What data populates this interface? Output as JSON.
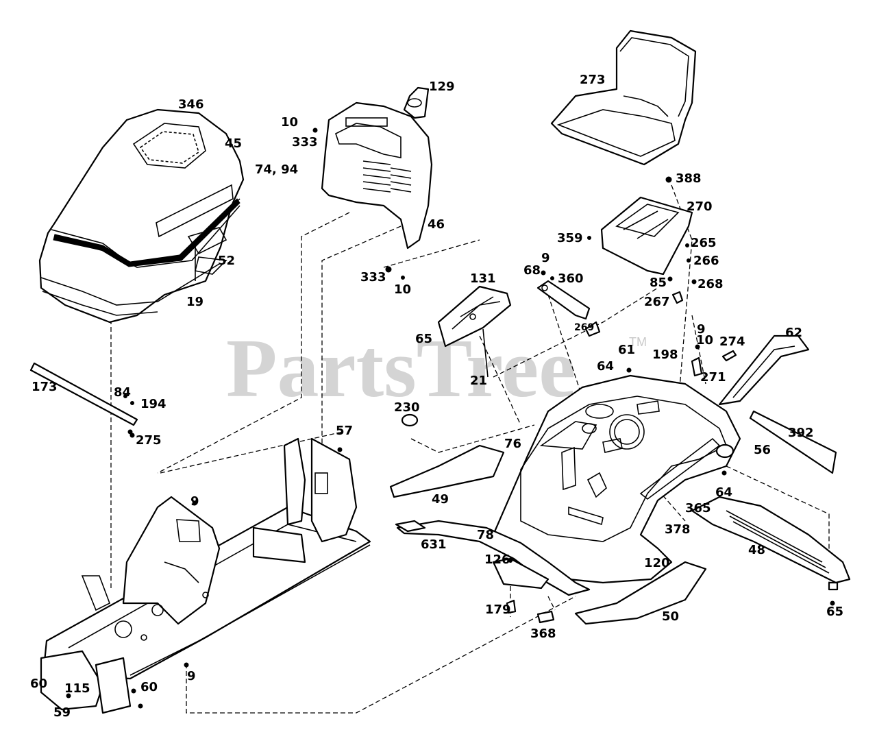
{
  "watermark": {
    "text": "PartsTree",
    "trademark": "TM"
  },
  "part_numbers": [
    "346",
    "45",
    "74, 94",
    "52",
    "19",
    "10",
    "333",
    "129",
    "46",
    "333",
    "10",
    "273",
    "388",
    "270",
    "359",
    "265",
    "266",
    "85",
    "268",
    "267",
    "9",
    "68",
    "360",
    "269",
    "131",
    "65",
    "21",
    "230",
    "173",
    "84",
    "194",
    "275",
    "57",
    "9",
    "61",
    "198",
    "9",
    "10",
    "274",
    "62",
    "271",
    "64",
    "76",
    "392",
    "56",
    "64",
    "49",
    "365",
    "378",
    "48",
    "631",
    "78",
    "120",
    "126",
    "50",
    "65",
    "179",
    "368",
    "60",
    "115",
    "60",
    "59",
    "9"
  ]
}
